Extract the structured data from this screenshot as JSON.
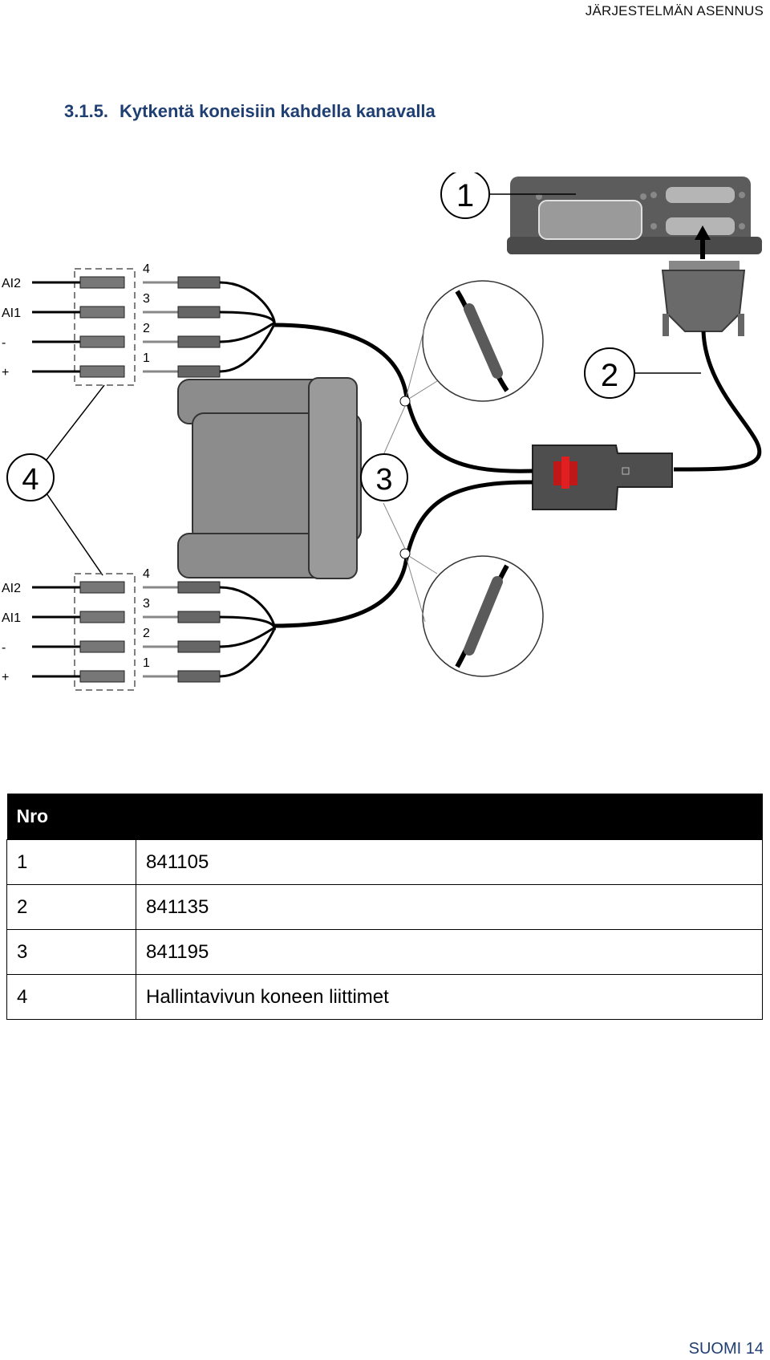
{
  "header": {
    "right": "JÄRJESTELMÄN ASENNUS"
  },
  "section": {
    "number": "3.1.5.",
    "title": "Kytkentä koneisiin kahdella kanavalla"
  },
  "diagram": {
    "callouts": [
      "1",
      "2",
      "3",
      "4"
    ],
    "terminals_top": [
      "AI2",
      "AI1",
      "-",
      "+"
    ],
    "terminals_bottom": [
      "AI2",
      "AI1",
      "-",
      "+"
    ],
    "pins_top": [
      "4",
      "3",
      "2",
      "1"
    ],
    "pins_bottom": [
      "4",
      "3",
      "2",
      "1"
    ]
  },
  "table": {
    "header": [
      "Nro",
      ""
    ],
    "rows": [
      {
        "nro": "1",
        "desc": "841105"
      },
      {
        "nro": "2",
        "desc": "841135"
      },
      {
        "nro": "3",
        "desc": "841195"
      },
      {
        "nro": "4",
        "desc": "Hallintavivun koneen liittimet"
      }
    ]
  },
  "footer": {
    "right": "SUOMI 14"
  }
}
